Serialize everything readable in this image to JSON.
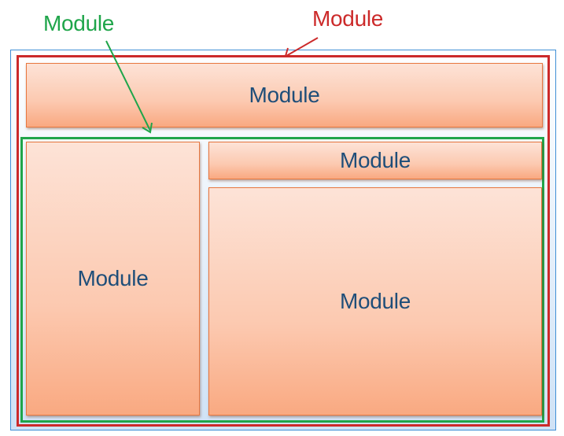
{
  "colors": {
    "outer_frame": "#3f8fd6",
    "red_frame": "#cc2a2a",
    "green_frame": "#1fa54a",
    "module_border": "#e8773f",
    "module_text": "#1f4e79"
  },
  "callouts": {
    "green": {
      "label": "Module",
      "color": "#1fa54a"
    },
    "red": {
      "label": "Module",
      "color": "#cc2a2a"
    }
  },
  "modules": {
    "header": "Module",
    "left": "Module",
    "top_right": "Module",
    "main": "Module"
  }
}
